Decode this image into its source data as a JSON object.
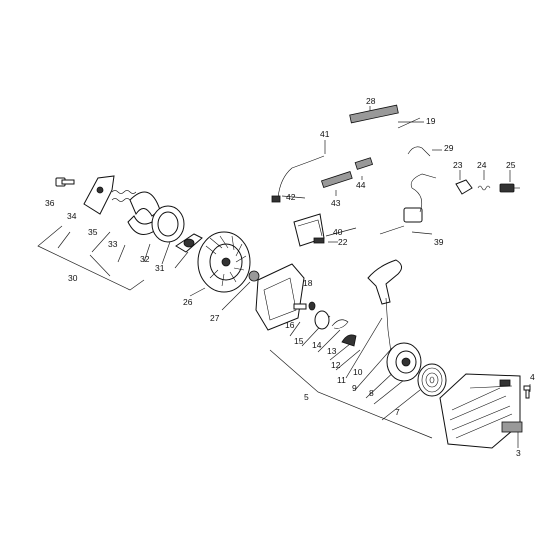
{
  "labels": {
    "l3": "3",
    "l4": "4",
    "l5": "5",
    "l7": "7",
    "l8": "8",
    "l9": "9",
    "l10": "10",
    "l11": "11",
    "l12": "12",
    "l13": "13",
    "l14": "14",
    "l15": "15",
    "l16": "16",
    "l18": "18",
    "l19": "19",
    "l22": "22",
    "l23": "23",
    "l24": "24",
    "l25": "25",
    "l26": "26",
    "l27": "27",
    "l28": "28",
    "l29": "29",
    "l30": "30",
    "l31": "31",
    "l32": "32",
    "l33": "33",
    "l34": "34",
    "l35": "35",
    "l36": "36",
    "l39": "39",
    "l40": "40",
    "l41": "41",
    "l42": "42",
    "l43": "43",
    "l44": "44"
  }
}
